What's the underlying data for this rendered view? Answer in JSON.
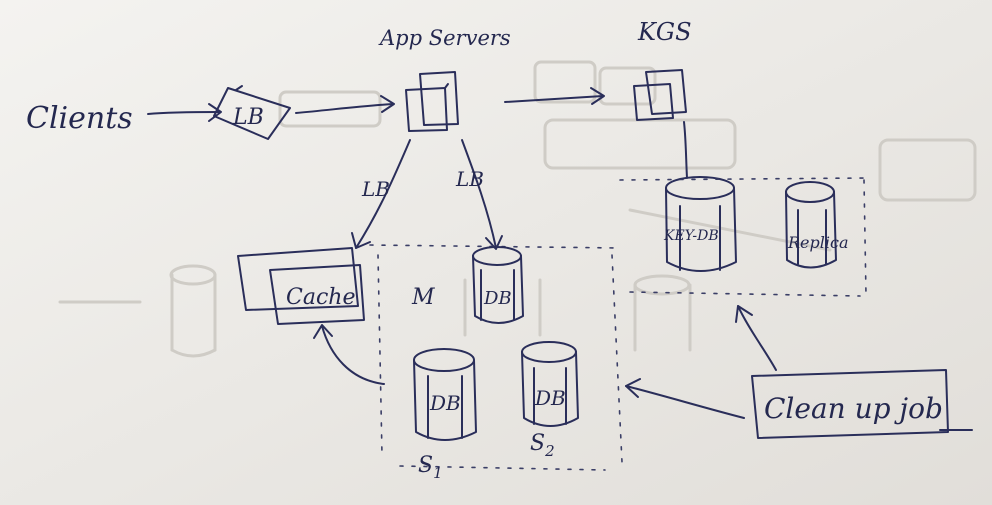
{
  "diagram": {
    "labels": {
      "clients": "Clients",
      "lb_main": "LB",
      "app_servers": "App Servers",
      "kgs": "KGS",
      "lb_left": "LB",
      "lb_right": "LB",
      "cache": "Cache",
      "master": "M",
      "db_master": "DB",
      "db_s1": "DB",
      "db_s2": "DB",
      "s1": "S",
      "s1_sub": "1",
      "s2": "S",
      "s2_sub": "2",
      "key_db": "KEY-DB",
      "replica": "Replica",
      "cleanup": "Clean up job"
    },
    "colors": {
      "paper": "#ebe9e5",
      "ink": "#2a2e5a",
      "ghost": "#cfccc6"
    }
  }
}
